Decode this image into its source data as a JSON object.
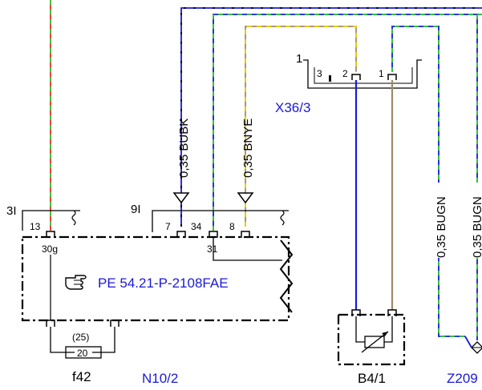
{
  "colors": {
    "wire_blue": "#1a1ad6",
    "wire_green": "#33cc33",
    "wire_red": "#e03030",
    "wire_yellow": "#e6d200",
    "wire_brown": "#a08a6a",
    "black": "#000000",
    "link_blue": "#1a1ad6"
  },
  "left_wire": {
    "stripe": "red-green"
  },
  "connector_x36": {
    "ref": "X36/3",
    "number": "1",
    "pins": [
      "3",
      "2",
      "1"
    ]
  },
  "wire_labels": {
    "bubk": "0,35 BUBK",
    "bnye": "0,35 BNYE",
    "bugn_vertical": "0,35 BUGN",
    "bugn_right": "0,35 BUGN"
  },
  "module_n10": {
    "ref": "N10/2",
    "connector_left": "3I",
    "connector_mid": "9I",
    "pin_13": "13",
    "pin_30g": "30g",
    "pin_7": "7",
    "pin_34": "34",
    "pin_8": "8",
    "pin_31": "31",
    "link_icon": "pointing-hand-icon",
    "link_text": "PE 54.21-P-2108FAE"
  },
  "fuse": {
    "ref": "f42",
    "rating_top": "(25)",
    "rating": "20"
  },
  "sensor": {
    "ref": "B4/1"
  },
  "edge_ref": "Z209"
}
